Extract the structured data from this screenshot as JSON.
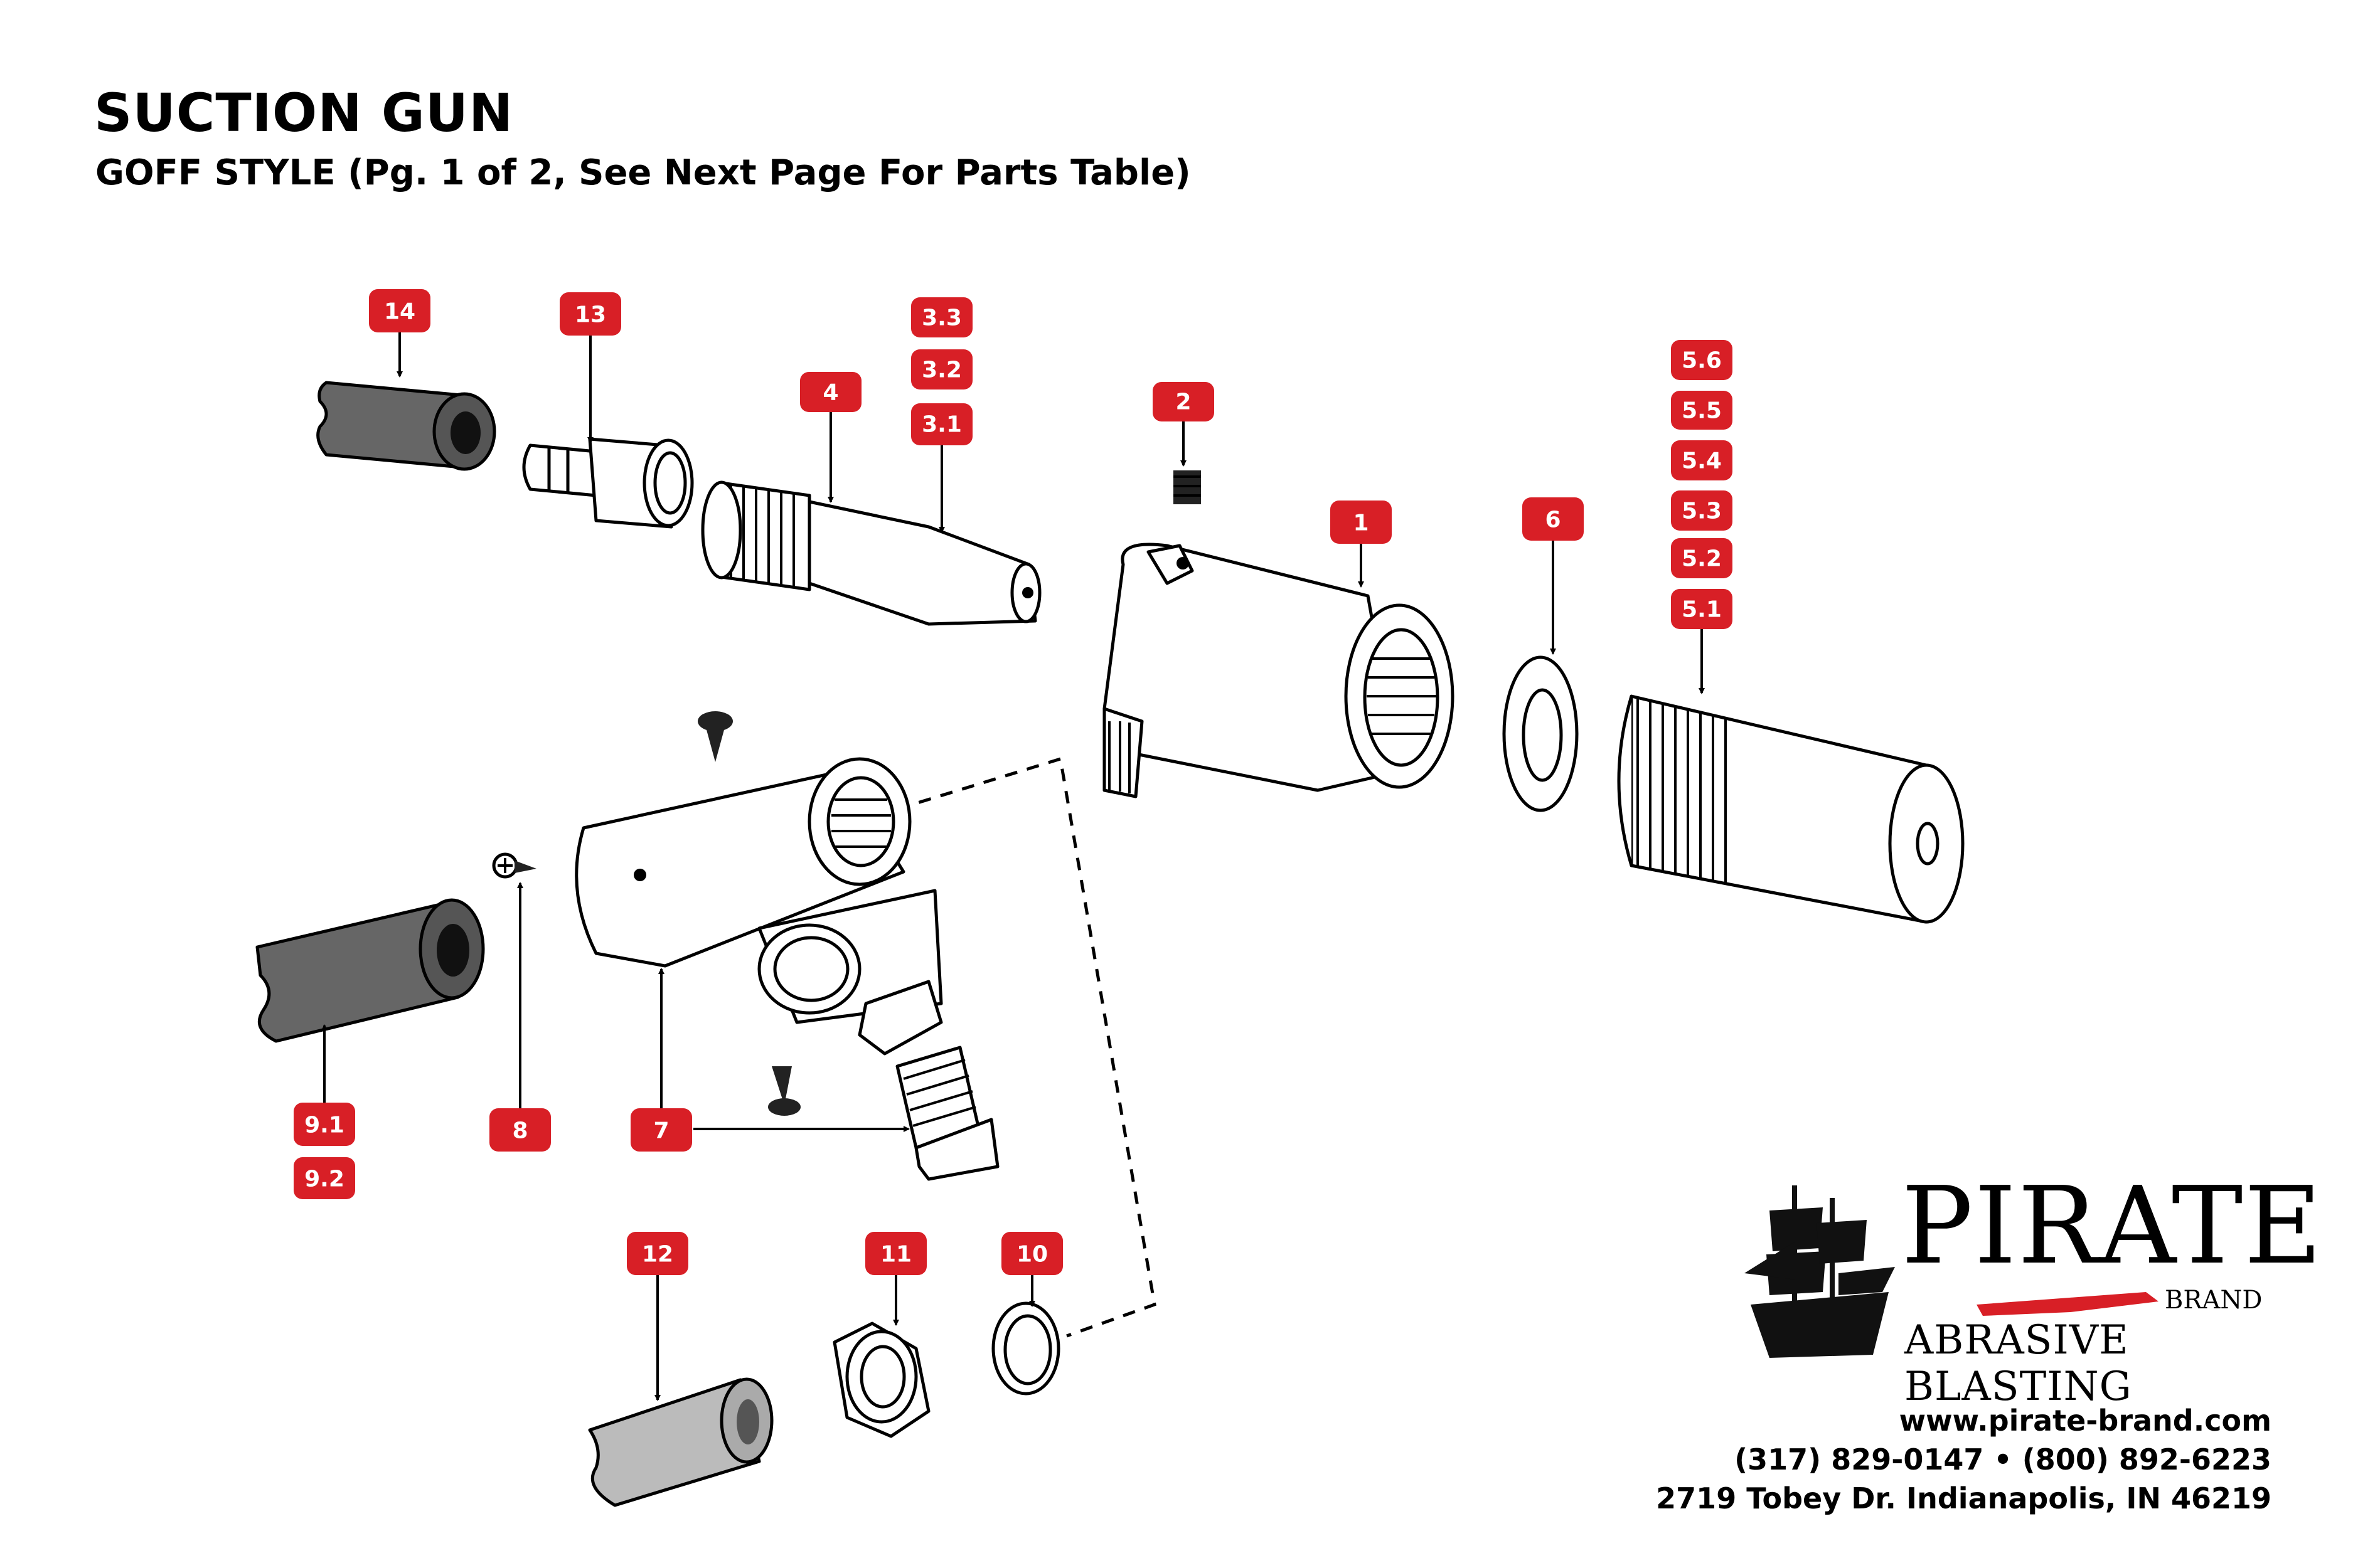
{
  "header": {
    "title": "SUCTION GUN",
    "subtitle": "GOFF STYLE (Pg. 1 of 2, See Next Page For Parts Table)"
  },
  "callouts": [
    "14",
    "13",
    "3.3",
    "3.2",
    "3.1",
    "4",
    "2",
    "1",
    "6",
    "5.6",
    "5.5",
    "5.4",
    "5.3",
    "5.2",
    "5.1",
    "9.1",
    "9.2",
    "8",
    "7",
    "12",
    "11",
    "10"
  ],
  "parts": [
    "hose-14",
    "hose-barb-13",
    "nozzle-4",
    "set-screw-2",
    "gun-body-1",
    "washer-6",
    "nozzle-holder-5",
    "screw-top",
    "screw-8",
    "hose-9",
    "body-7",
    "screw-bottom",
    "bolt",
    "hose-12",
    "nut-11",
    "o-ring-10"
  ],
  "brand": {
    "logo_word": "PIRATE",
    "logo_sub": "BRAND",
    "logo_tag": "ABRASIVE BLASTING",
    "accent_color": "#d81f26",
    "ship_icon": "pirate-ship-icon"
  },
  "contact": {
    "website": "www.pirate-brand.com",
    "phone": "(317) 829-0147 • (800) 892-6223",
    "address": "2719 Tobey Dr. Indianapolis, IN 46219"
  }
}
